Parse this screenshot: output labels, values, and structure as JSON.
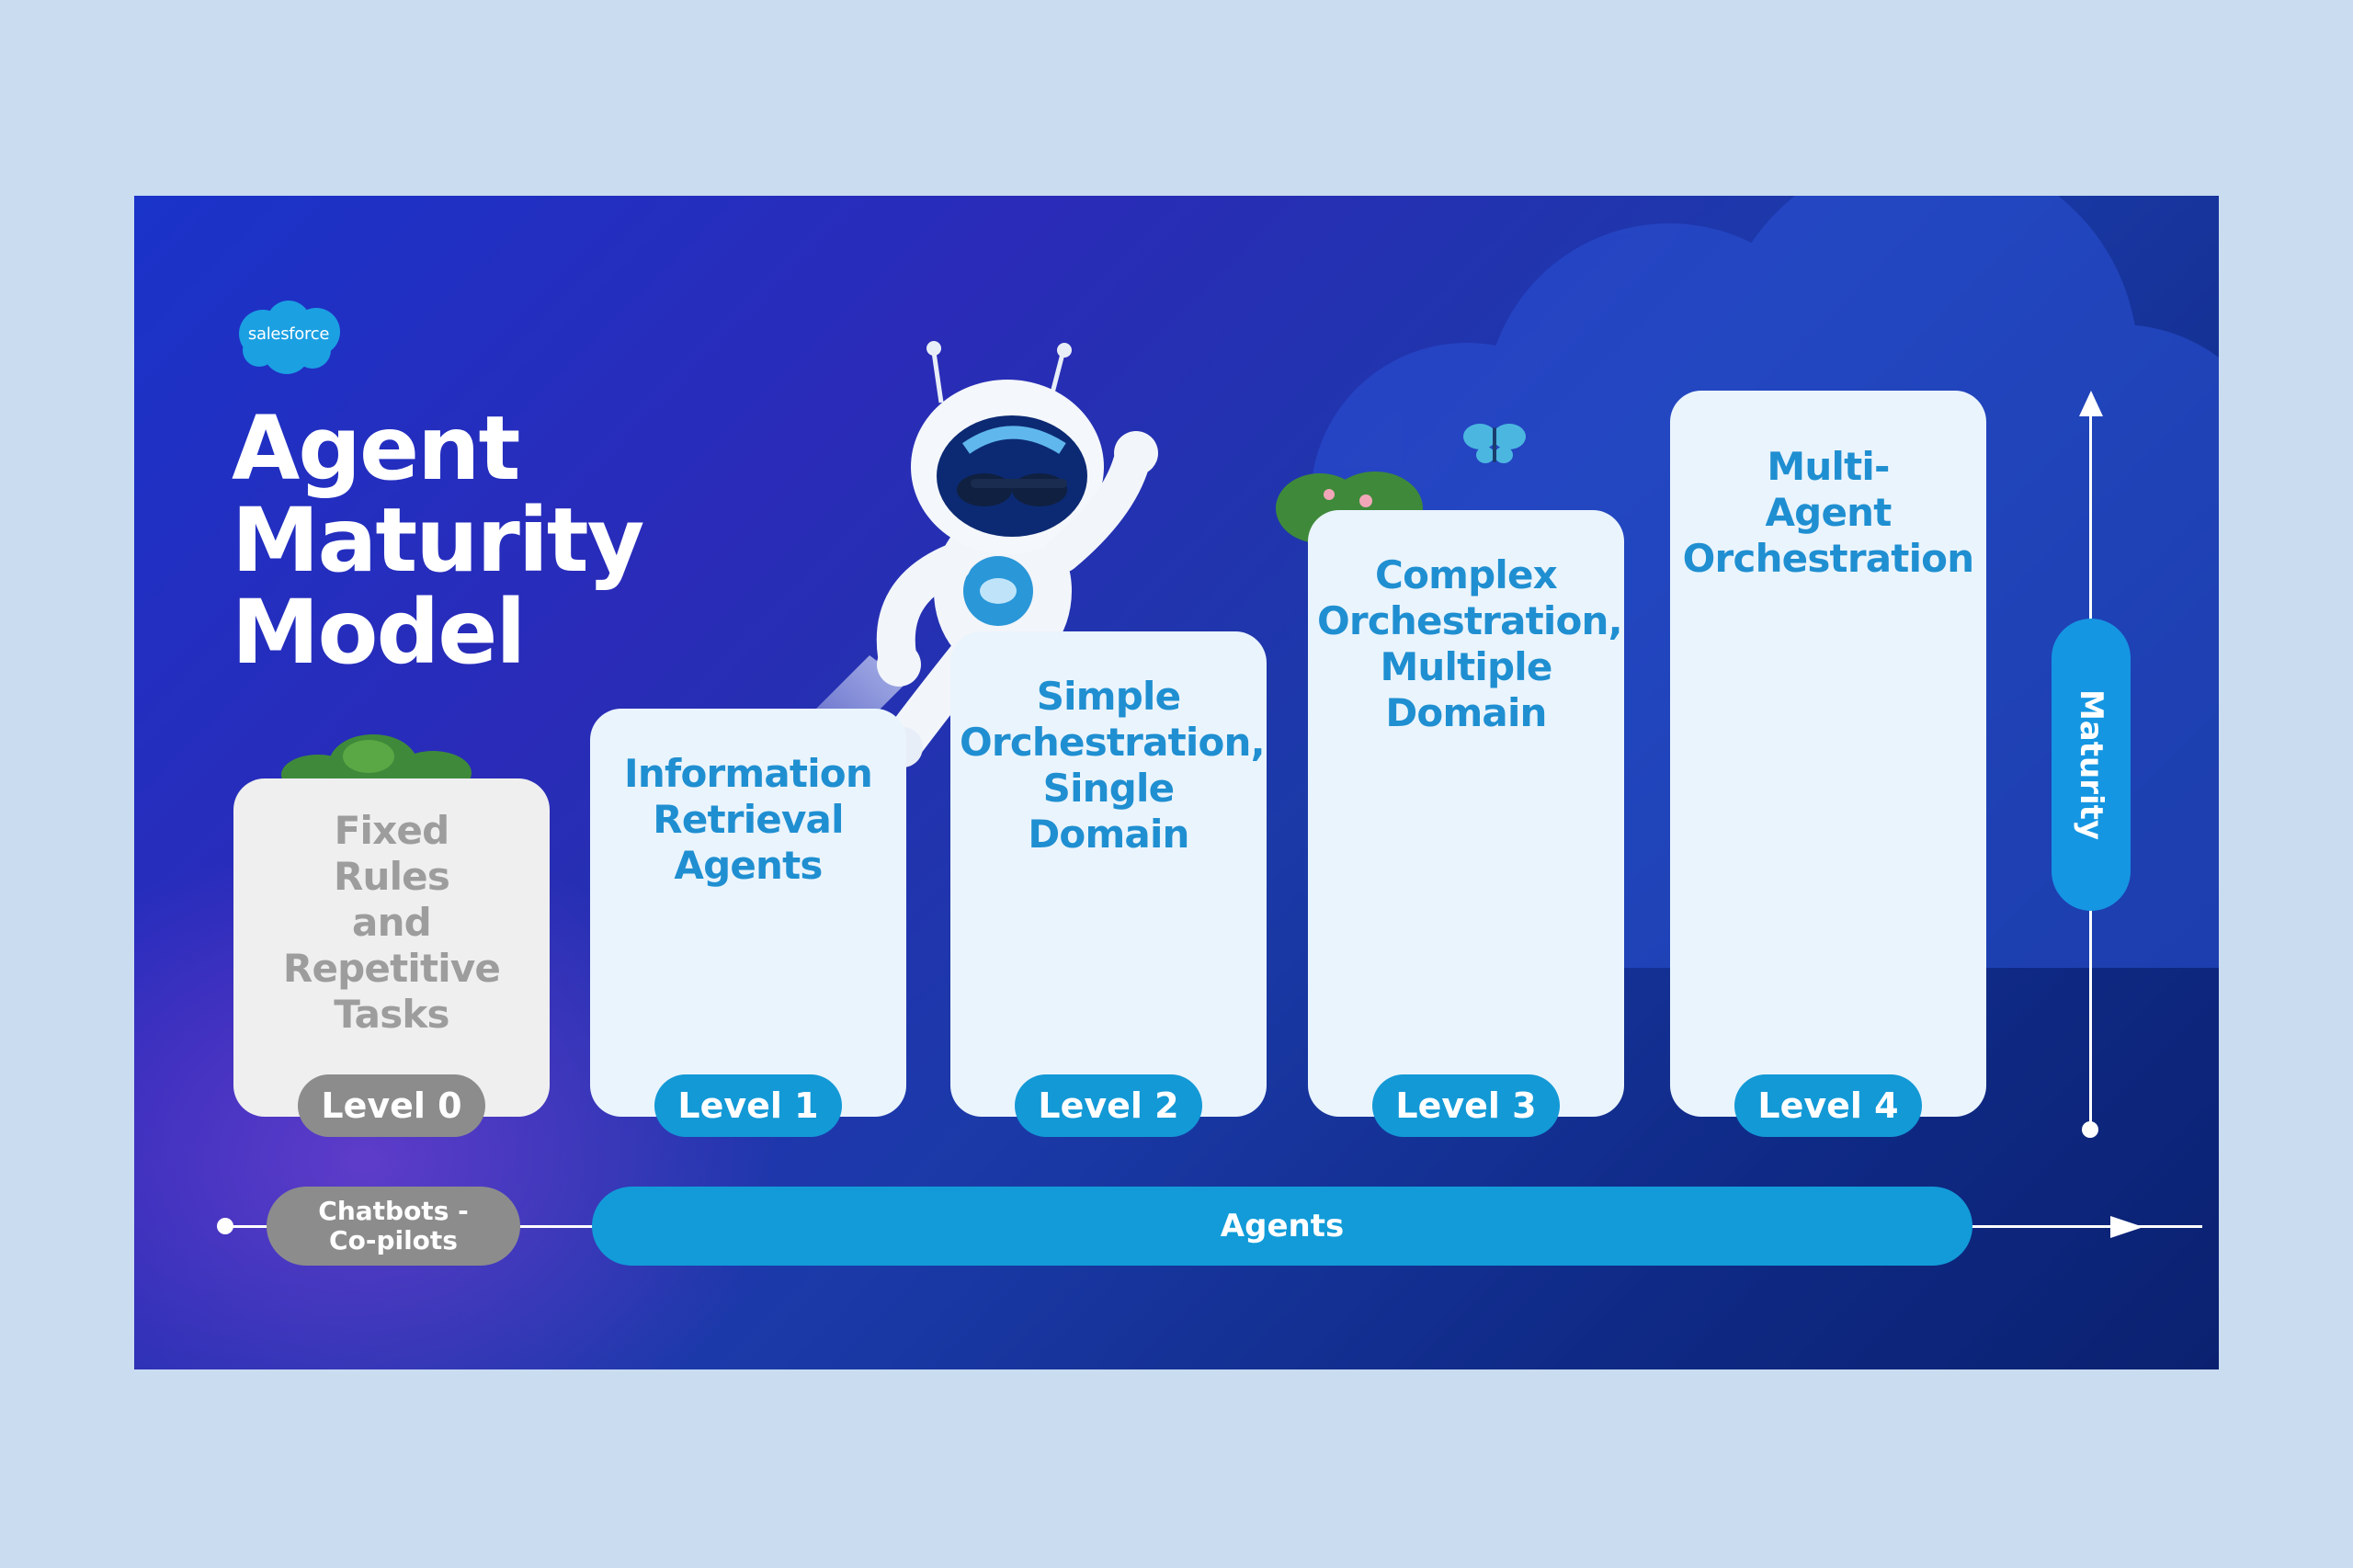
{
  "logo": {
    "text": "salesforce"
  },
  "title": {
    "lines": [
      "Agent",
      "Maturity",
      "Model"
    ]
  },
  "levels": [
    {
      "label": "Fixed Rules and Repetitive Tasks",
      "lines": [
        "Fixed",
        "Rules",
        "and",
        "Repetitive",
        "Tasks"
      ],
      "level": "Level 0"
    },
    {
      "label": "Information Retrieval Agents",
      "lines": [
        "Information",
        "Retrieval",
        "Agents"
      ],
      "level": "Level 1"
    },
    {
      "label": "Simple Orchestration, Single Domain",
      "lines": [
        "Simple",
        "Orchestration,",
        "Single",
        "Domain"
      ],
      "level": "Level 2"
    },
    {
      "label": "Complex Orchestration, Multiple Domain",
      "lines": [
        "Complex",
        "Orchestration,",
        "Multiple",
        "Domain"
      ],
      "level": "Level 3"
    },
    {
      "label": "Multi-Agent Orchestration",
      "lines": [
        "Multi-",
        "Agent",
        "Orchestration"
      ],
      "level": "Level 4"
    }
  ],
  "timeline": {
    "chatbots_lines": [
      "Chatbots -",
      "Co-pilots"
    ],
    "agents": "Agents"
  },
  "maturity_axis": {
    "label": "Maturity"
  },
  "colors": {
    "accent_blue": "#129bd8",
    "card_text_blue": "#1f8fd1",
    "grey_pill": "#8c8c8c",
    "card_bg": "#eaf4fd",
    "page_bg": "#c9dcf0"
  },
  "icons": [
    "salesforce-cloud-logo-icon",
    "astronaut-robot-icon",
    "bush-icon",
    "butterfly-icon"
  ]
}
